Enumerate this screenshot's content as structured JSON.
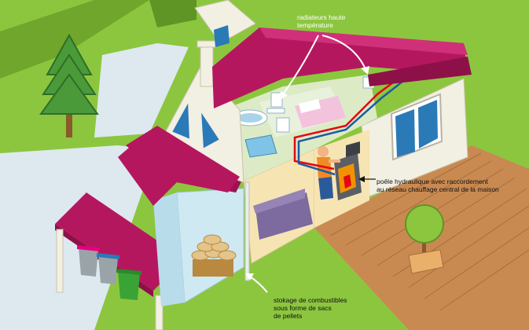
{
  "labels": {
    "radiators": [
      "radiateurs haute",
      "température"
    ],
    "stove": [
      "poêle hydraulique avec raccordement",
      "au réseau chauffage central de la maison"
    ],
    "storage": [
      "stokage de combustibles",
      "sous forme de sacs",
      "de pellets"
    ]
  },
  "colors": {
    "lawn": "#8cc63f",
    "lawn_dark": "#6fa62b",
    "path": "#dde9ef",
    "roof": "#b5175f",
    "roof_dark": "#8e1049",
    "wall": "#f2efe3",
    "wall_outline": "#c9c2a8",
    "garage_interior": "#cfe9f3",
    "living_interior": "#f6e4b3",
    "attic_interior": "#dcebc5",
    "deck": "#c98a52",
    "hot_pipe": "#e30613",
    "cold_pipe": "#1c5aa8",
    "flame": "#f39200"
  },
  "icons": [
    "tree-icon",
    "potted-tree-icon",
    "stove-icon",
    "person-icon",
    "sofa-icon",
    "bathtub-icon",
    "sink-icon",
    "radiator-icon",
    "pellet-bags-icon",
    "recycling-bin-icon"
  ]
}
